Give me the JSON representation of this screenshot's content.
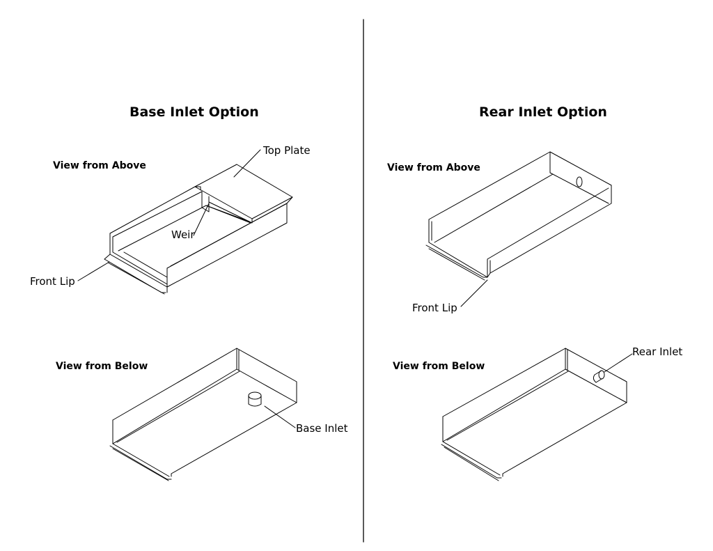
{
  "left": {
    "title": "Base Inlet Option",
    "view_above": "View from Above",
    "view_below": "View from Below",
    "callouts": {
      "top_plate": "Top Plate",
      "weir": "Weir",
      "front_lip": "Front Lip",
      "base_inlet": "Base Inlet"
    }
  },
  "right": {
    "title": "Rear Inlet Option",
    "view_above": "View from Above",
    "view_below": "View from Below",
    "callouts": {
      "front_lip": "Front Lip",
      "rear_inlet": "Rear Inlet"
    }
  }
}
